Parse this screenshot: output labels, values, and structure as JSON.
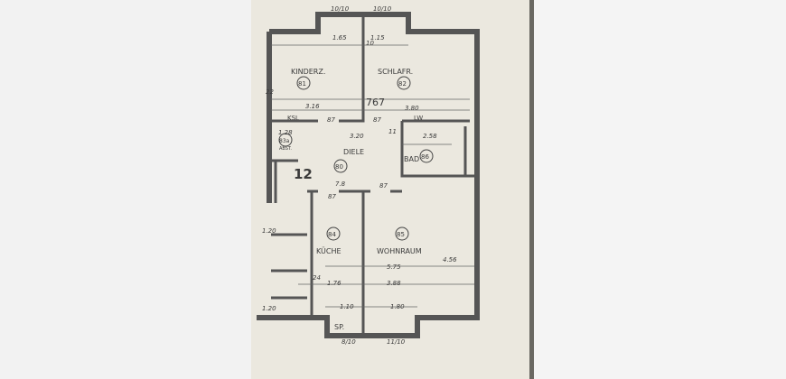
{
  "rooms": [
    {
      "name": "KINDERZ.",
      "num": "81"
    },
    {
      "name": "SCHLAFR.",
      "num": "82"
    },
    {
      "name": "ABST.",
      "num": "83a"
    },
    {
      "name": "DIELE",
      "num": "80"
    },
    {
      "name": "BAD",
      "num": "86"
    },
    {
      "name": "KÜCHE",
      "num": "84"
    },
    {
      "name": "WOHNRAUM",
      "num": "85"
    },
    {
      "name": "SP.",
      "num": ""
    }
  ],
  "labels": {
    "ksl": "KSL",
    "lw": "LW",
    "stair": "12",
    "area": "767"
  },
  "dims": [
    "10/10",
    "10/10",
    "1.65",
    "1.15",
    "10",
    "22",
    "3.16",
    "3.80",
    "87",
    "87",
    "3.20",
    "11",
    "2.58",
    "1.28",
    "7.8",
    "87",
    "87",
    "5.75",
    "3.88",
    "1.76",
    "24",
    "4.56",
    "1.20",
    "1.20",
    "1.10",
    "1.80",
    "8/10",
    "11/10"
  ]
}
